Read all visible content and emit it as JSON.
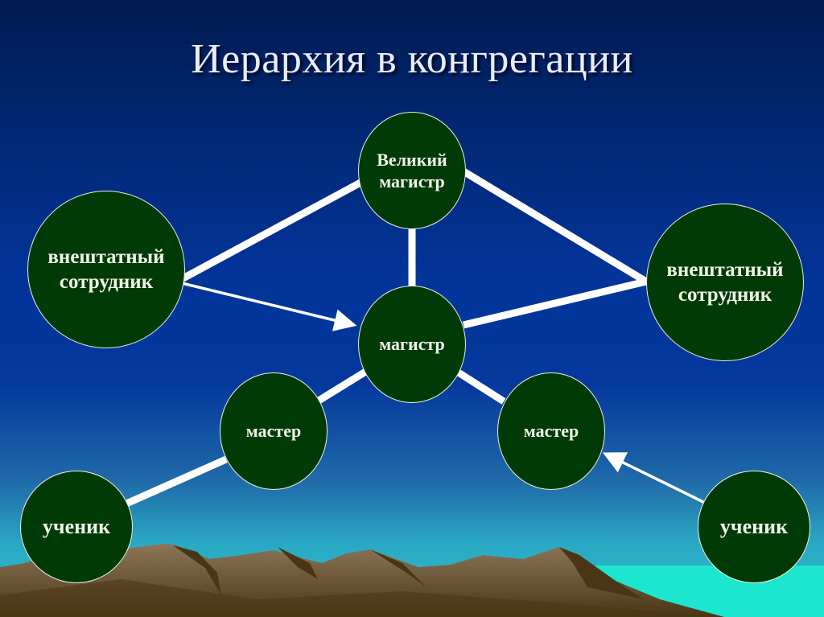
{
  "title": "Иерархия в конгрегации",
  "colors": {
    "node_fill": "#003a06",
    "node_stroke": "#e8f0e0",
    "connector": "#ffffff",
    "sky_top": "#001a4f",
    "sky_bottom": "#2fc0cc",
    "sea": "#1de8cf",
    "mountain_light": "#8a7358",
    "mountain_dark": "#4a3818"
  },
  "nodes": {
    "grand_master": {
      "line1": "Великий",
      "line2": "магистр"
    },
    "magister": {
      "label": "магистр"
    },
    "external_left": {
      "line1": "внештатный",
      "line2": "сотрудник"
    },
    "external_right": {
      "line1": "внештатный",
      "line2": "сотрудник"
    },
    "master_left": {
      "label": "мастер"
    },
    "master_right": {
      "label": "мастер"
    },
    "student_left": {
      "label": "ученик"
    },
    "student_right": {
      "label": "ученик"
    }
  },
  "connections": [
    {
      "from": "external_left",
      "to": "grand_master",
      "type": "thick-line"
    },
    {
      "from": "grand_master",
      "to": "external_right",
      "type": "thick-line"
    },
    {
      "from": "grand_master",
      "to": "magister",
      "type": "thick-line"
    },
    {
      "from": "external_right",
      "to": "magister",
      "type": "thick-line"
    },
    {
      "from": "external_left",
      "to": "magister",
      "type": "arrow"
    },
    {
      "from": "magister",
      "to": "master_left",
      "type": "thick-line"
    },
    {
      "from": "magister",
      "to": "master_right",
      "type": "thick-line"
    },
    {
      "from": "master_left",
      "to": "student_left",
      "type": "thick-line"
    },
    {
      "from": "student_right",
      "to": "master_right",
      "type": "arrow"
    }
  ]
}
